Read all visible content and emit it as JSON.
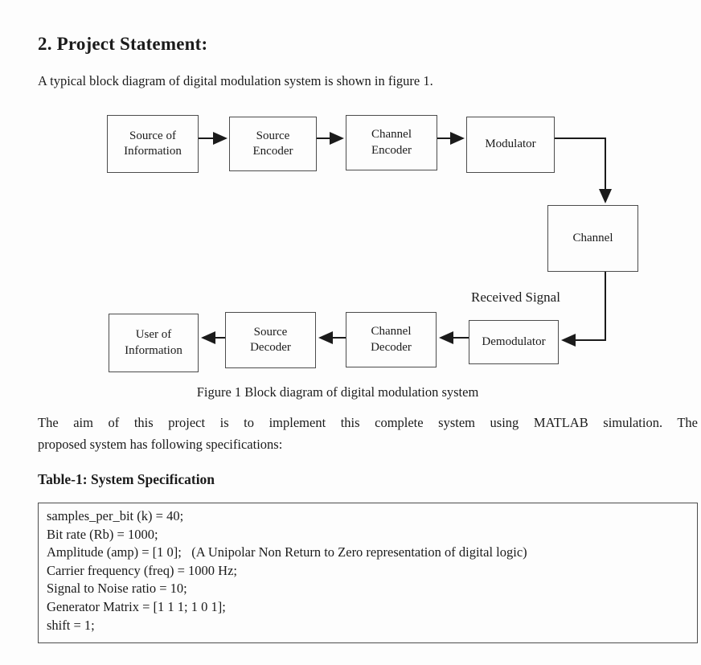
{
  "page": {
    "heading": "2. Project Statement:",
    "intro": "A typical block diagram of digital modulation system is shown in figure 1.",
    "caption": "Figure 1 Block diagram of digital modulation system",
    "aim_line1": "The aim of this project is to implement this complete system using MATLAB simulation. The",
    "aim_line2": "proposed system has following specifications:",
    "table_heading": "Table-1: System Specification"
  },
  "diagram": {
    "received_signal_label": "Received Signal",
    "blocks": {
      "source_info": "Source of Information",
      "source_encoder": "Source Encoder",
      "channel_encoder": "Channel Encoder",
      "modulator": "Modulator",
      "channel": "Channel",
      "demodulator": "Demodulator",
      "channel_decoder": "Channel Decoder",
      "source_decoder": "Source Decoder",
      "user_info": "User of Information"
    }
  },
  "spec_table": {
    "lines": [
      "samples_per_bit (k) = 40;",
      "Bit rate (Rb) = 1000;",
      "Amplitude (amp) = [1 0];   (A Unipolar Non Return to Zero representation of digital logic)",
      "Carrier frequency (freq) = 1000 Hz;",
      "Signal to Noise ratio = 10;",
      "Generator Matrix = [1 1 1; 1 0 1];",
      "shift = 1;"
    ]
  },
  "colors": {
    "text": "#1b1b1b",
    "border": "#4c4c4c",
    "background": "#fdfdfd"
  }
}
